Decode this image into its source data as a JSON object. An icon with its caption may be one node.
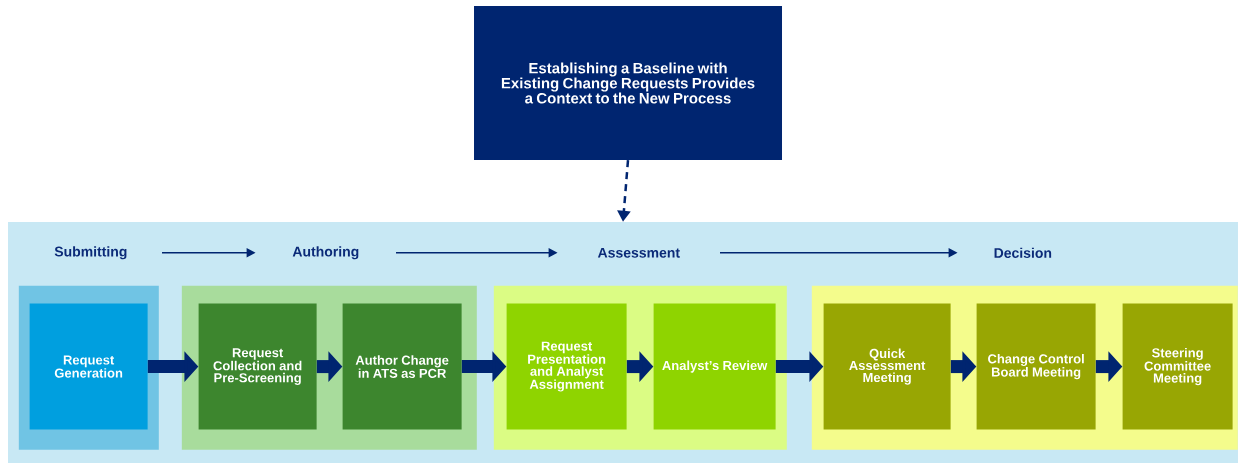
{
  "diagram": {
    "nodes": [
      {
        "text": [
          "Establishing a Baseline with Existing Change Requests Provides a Context to the New Process"
        ]
      },
      {
        "text": [],
        "shape": "box"
      },
      {
        "text": [
          "Submitting"
        ],
        "in": 1
      },
      {
        "text": [
          "Authoring"
        ],
        "in": 1
      },
      {
        "text": [
          "Assessment"
        ],
        "in": 1
      },
      {
        "text": [
          "Decision"
        ],
        "in": 1
      },
      {
        "text": [],
        "shape": "box",
        "in": 1
      },
      {
        "text": [
          "Request Generation"
        ],
        "in": 6
      },
      {
        "text": [],
        "shape": "box",
        "in": 1
      },
      {
        "text": [
          "Request Collection and Pre-Screening"
        ],
        "in": 8
      },
      {
        "text": [
          "Author Change in ATS as PCR"
        ],
        "in": 8
      },
      {
        "text": [],
        "shape": "box",
        "in": 1
      },
      {
        "text": [
          "Request Presentation and Analyst Assignment"
        ],
        "in": 11
      },
      {
        "text": [
          "Analyst’s Review"
        ],
        "in": 11
      },
      {
        "text": [],
        "shape": "box",
        "in": 1
      },
      {
        "text": [
          "Quick Assessment Meeting"
        ],
        "in": 14
      },
      {
        "text": [
          "Change Control Board Meeting"
        ],
        "in": 14
      },
      {
        "text": [
          "Steering Committee Meeting"
        ],
        "in": 14
      }
    ],
    "edges": [
      {
        "from": 0,
        "to": 1,
        "arrow": "to",
        "style": "dashed"
      },
      {
        "from": 2,
        "to": 3,
        "arrow": "to"
      },
      {
        "from": 3,
        "to": 4,
        "arrow": "to"
      },
      {
        "from": 4,
        "to": 5,
        "arrow": "to"
      },
      {
        "from": 7,
        "to": 9,
        "arrow": "to"
      },
      {
        "from": 9,
        "to": 10,
        "arrow": "to"
      },
      {
        "from": 10,
        "to": 12,
        "arrow": "to"
      },
      {
        "from": 12,
        "to": 13,
        "arrow": "to"
      },
      {
        "from": 13,
        "to": 15,
        "arrow": "to"
      },
      {
        "from": 15,
        "to": 16,
        "arrow": "to"
      },
      {
        "from": 16,
        "to": 17,
        "arrow": "to"
      }
    ]
  }
}
